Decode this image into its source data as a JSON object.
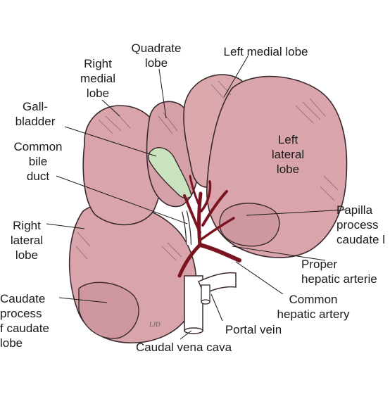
{
  "labels": {
    "quadrate_lobe": "Quadrate\nlobe",
    "left_medial_lobe": "Left medial lobe",
    "right_medial_lobe": "Right\nmedial\nlobe",
    "gallbladder": "Gall-\nbladder",
    "common_bile_duct": "Common\nbile\nduct",
    "left_lateral_lobe": "Left\nlateral\nlobe",
    "right_lateral_lobe": "Right\nlateral\nlobe",
    "papillary_process": "Papilla\nprocess\ncaudate l",
    "proper_hepatic_arteries": "Proper\nhepatic arterie",
    "caudate_process": "Caudate\nprocess\nf caudate\nlobe",
    "common_hepatic_artery": "Common\nhepatic artery",
    "portal_vein": "Portal vein",
    "caudal_vena_cava": "Caudal vena cava"
  },
  "artist_signature": "LJD",
  "colors": {
    "liver": "#d9a4ab",
    "liver_outline": "#3a2a2c",
    "gallbladder": "#c9e3bf",
    "artery": "#7a1420",
    "vessel": "#ffffff"
  }
}
